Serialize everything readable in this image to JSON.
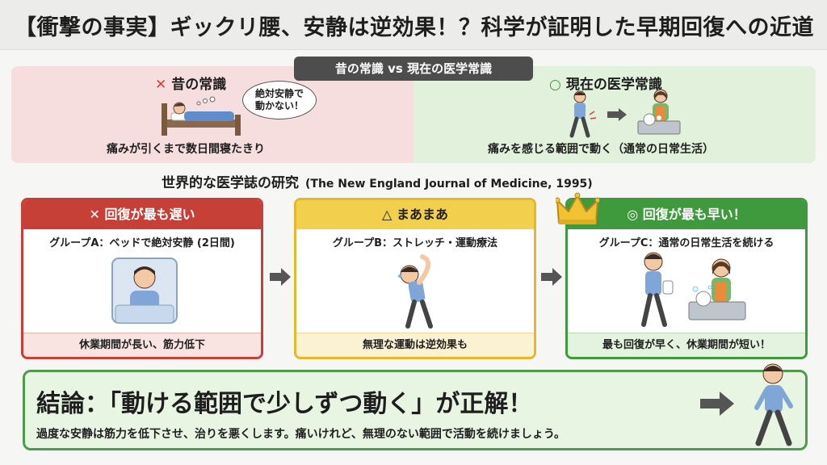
{
  "title": "【衝撃の事実】ギックリ腰、安静は逆効果！？科学が証明した早期回復への近道",
  "comparison": {
    "header": "昔の常識 vs 現在の医学常識",
    "old": {
      "mark": "✕",
      "label": "昔の常識",
      "bubble_line1": "絶対安静で",
      "bubble_line2": "動かない！",
      "caption": "痛みが引くまで数日間寝たきり"
    },
    "new": {
      "mark": "○",
      "label": "現在の医学常識",
      "caption": "痛みを感じる範囲で動く（通常の日常生活）"
    }
  },
  "study": {
    "heading": "世界的な医学誌の研究",
    "journal": "(The New England Journal of Medicine, 1995)",
    "cards": [
      {
        "mark": "✕",
        "label": "回復が最も遅い",
        "group": "グループA：ベッドで絶対安静 (2日間)",
        "result": "休業期間が長い、筋力低下"
      },
      {
        "mark": "△",
        "label": "まあまあ",
        "group": "グループB：ストレッチ・運動療法",
        "result": "無理な運動は逆効果も"
      },
      {
        "mark": "◎",
        "label": "回復が最も早い！",
        "group": "グループC：通常の日常生活を続ける",
        "result": "最も回復が早く、休業期間が短い！"
      }
    ]
  },
  "conclusion": {
    "main": "結論：「動ける範囲で少しずつ動く」が正解！",
    "sub": "過度な安静は筋力を低下させ、治りを悪くします。痛いけれど、無理のない範囲で活動を続けましょう。"
  },
  "colors": {
    "red": "#c64038",
    "yellow": "#f3cf4e",
    "green": "#3f9a3e",
    "old_bg": "#f6dede",
    "new_bg": "#e1f1dc"
  },
  "icons": [
    "bedridden-person-icon",
    "walking-person-icon",
    "washing-dishes-person-icon",
    "patient-in-bed-icon",
    "stretching-person-icon",
    "crown-icon",
    "arrow-right-icon"
  ]
}
